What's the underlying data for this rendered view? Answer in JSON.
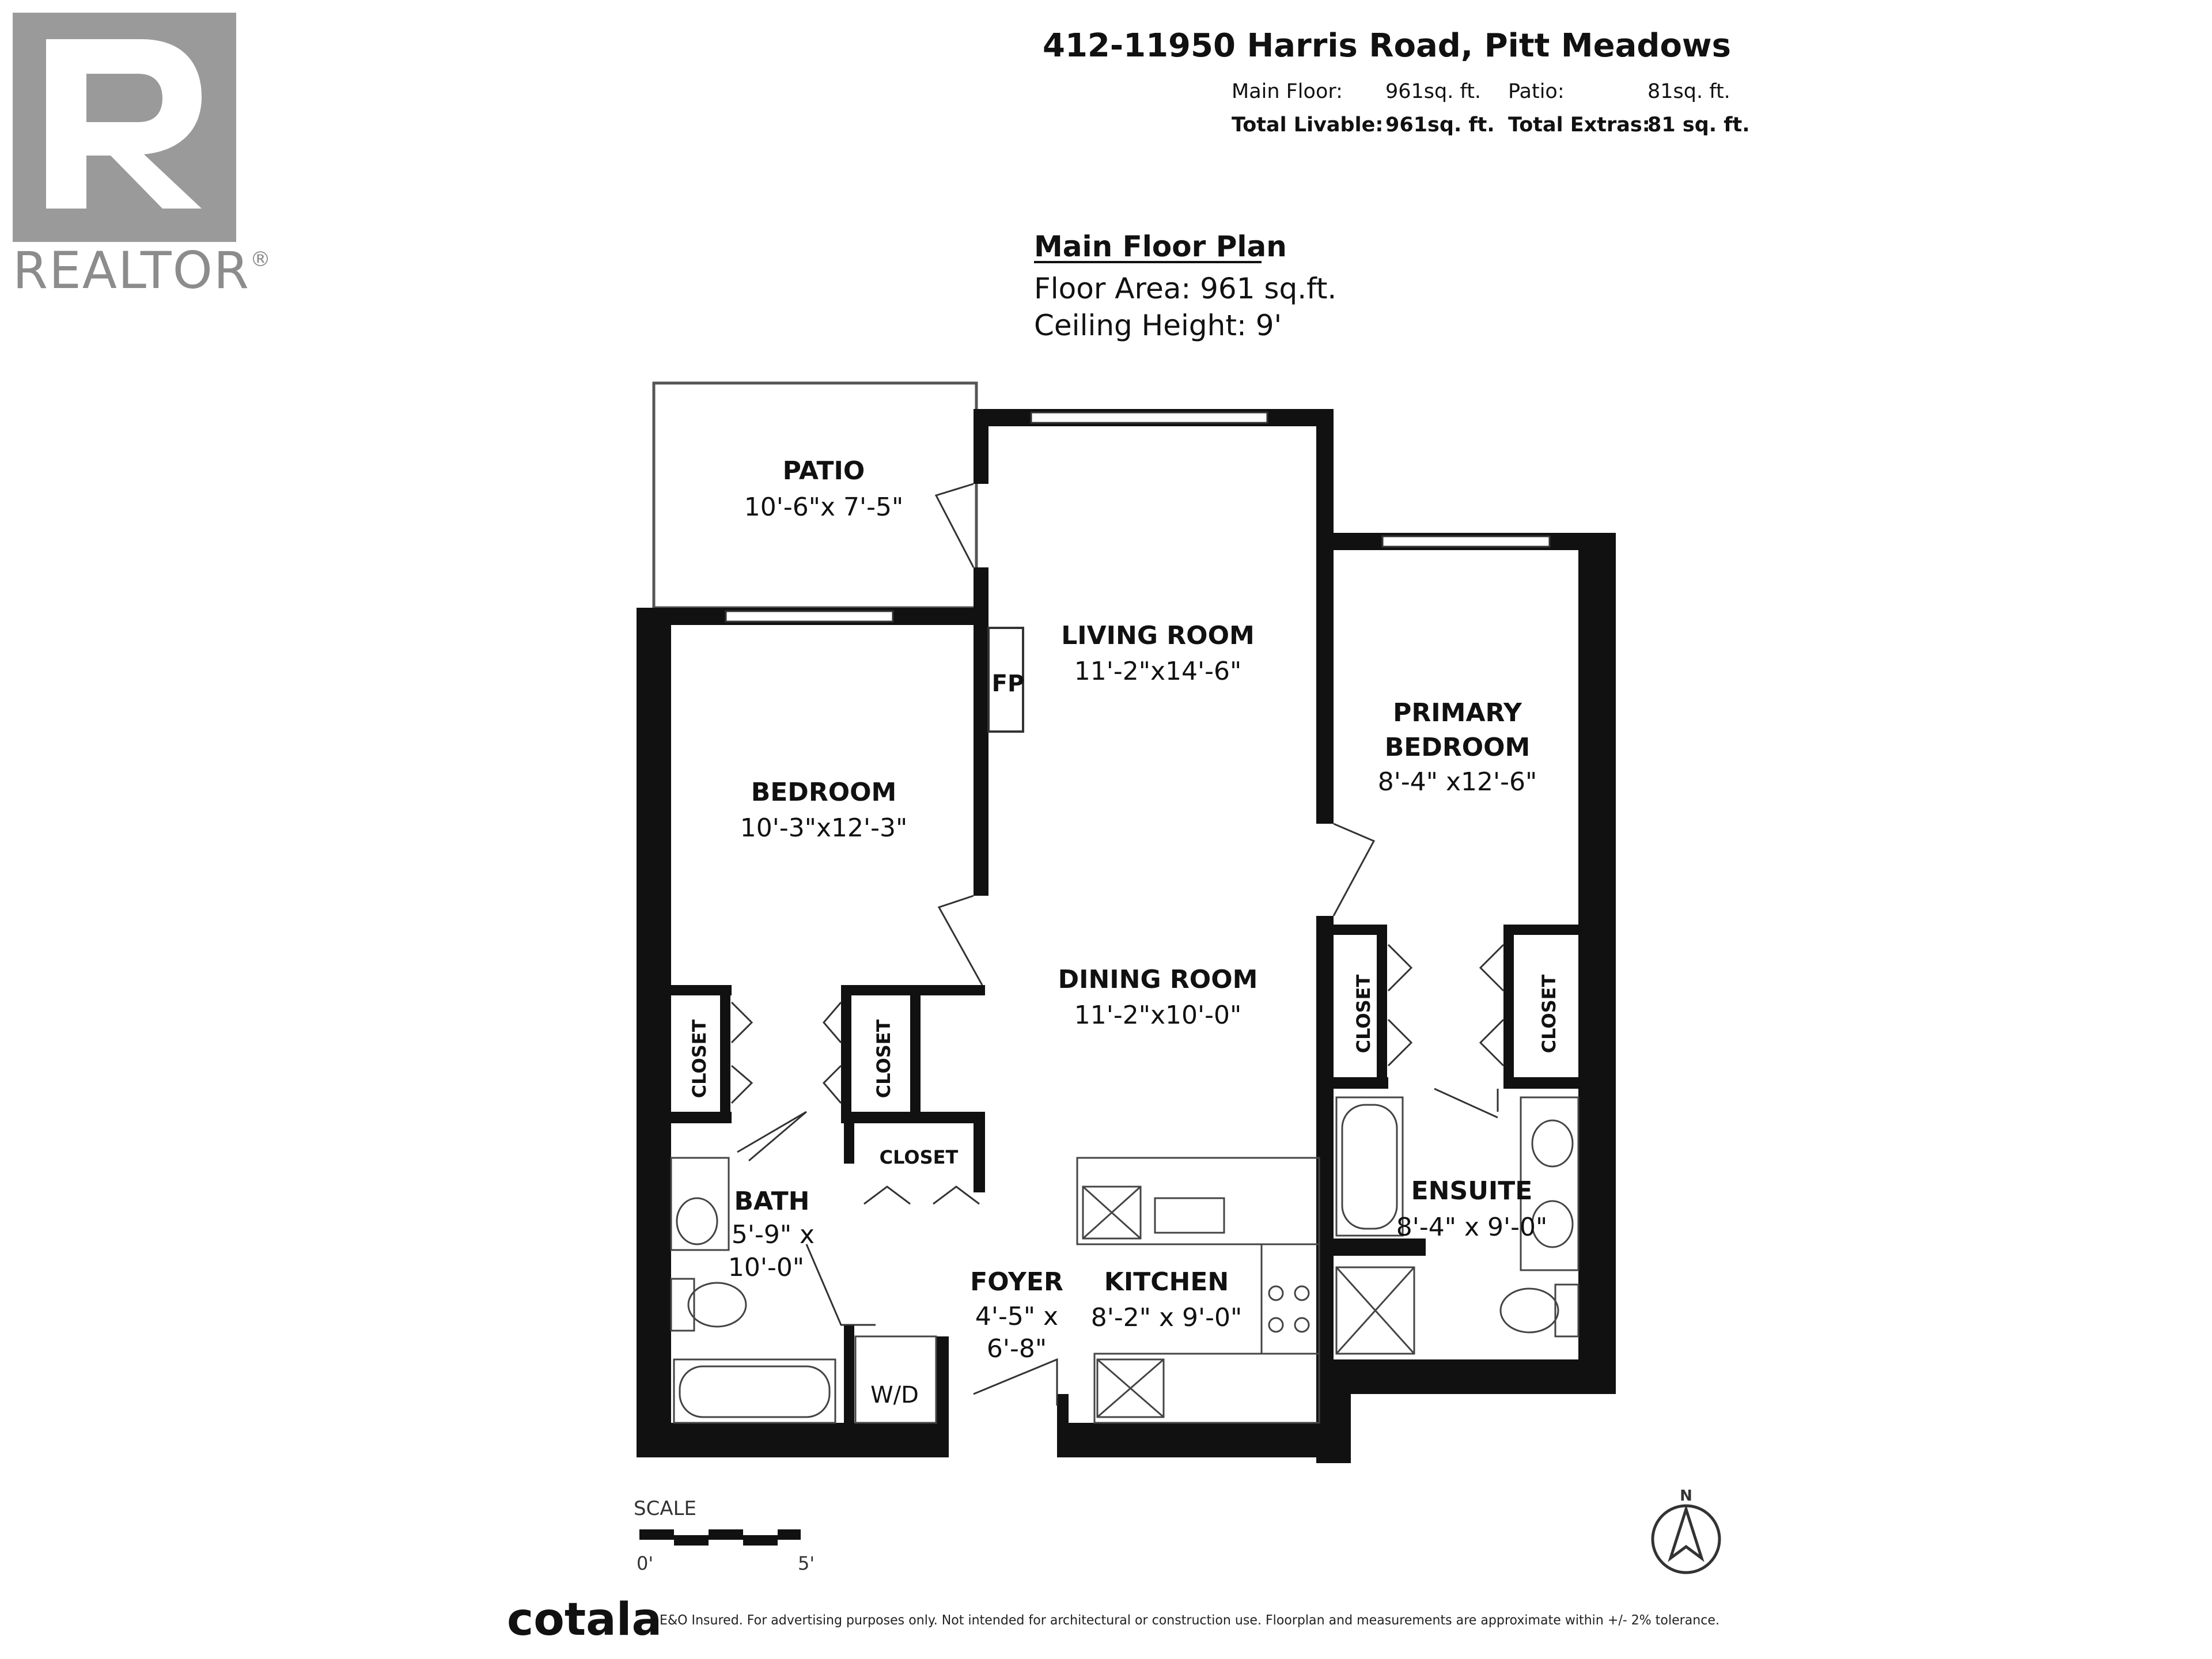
{
  "header": {
    "address": "412-11950 Harris Road, Pitt Meadows",
    "main_floor_label": "Main Floor:",
    "main_floor_value": "961sq. ft.",
    "patio_label": "Patio:",
    "patio_value": "81sq. ft.",
    "total_livable_label": "Total Livable:",
    "total_livable_value": "961sq. ft.",
    "total_extras_label": "Total Extras:",
    "total_extras_value": "81 sq. ft."
  },
  "logo": {
    "text": "REALTOR",
    "registered": "®"
  },
  "plan_info": {
    "title": "Main Floor Plan",
    "floor_area": "Floor Area: 961 sq.ft.",
    "ceiling_height": "Ceiling Height: 9'"
  },
  "rooms": {
    "patio": {
      "name": "PATIO",
      "dims": "10'-6\"x 7'-5\""
    },
    "living": {
      "name": "LIVING ROOM",
      "dims": "11'-2\"x14'-6\""
    },
    "fireplace": {
      "name": "FP"
    },
    "bedroom": {
      "name": "BEDROOM",
      "dims": "10'-3\"x12'-3\""
    },
    "primary": {
      "name_line1": "PRIMARY",
      "name_line2": "BEDROOM",
      "dims": "8'-4\" x12'-6\""
    },
    "dining": {
      "name": "DINING ROOM",
      "dims": "11'-2\"x10'-0\""
    },
    "closet_bed_left": {
      "name": "CLOSET"
    },
    "closet_bed_right": {
      "name": "CLOSET"
    },
    "closet_primary_left": {
      "name": "CLOSET"
    },
    "closet_primary_right": {
      "name": "CLOSET"
    },
    "closet_foyer": {
      "name": "CLOSET"
    },
    "bath": {
      "name": "BATH",
      "dims_line1": "5'-9\" x",
      "dims_line2": "10'-0\""
    },
    "ensuite": {
      "name": "ENSUITE",
      "dims": "8'-4\" x 9'-0\""
    },
    "foyer": {
      "name": "FOYER",
      "dims_line1": "4'-5\" x",
      "dims_line2": "6'-8\""
    },
    "kitchen": {
      "name": "KITCHEN",
      "dims": "8'-2\" x 9'-0\""
    },
    "washer_dryer": {
      "name": "W/D"
    }
  },
  "scale": {
    "label": "SCALE",
    "start": "0'",
    "end": "5'"
  },
  "compass": {
    "north": "N"
  },
  "footer": {
    "brand": "cotala",
    "disclaimer": "E&O Insured. For advertising purposes only. Not intended for architectural or construction use. Floorplan and measurements are approximate within +/- 2% tolerance."
  }
}
